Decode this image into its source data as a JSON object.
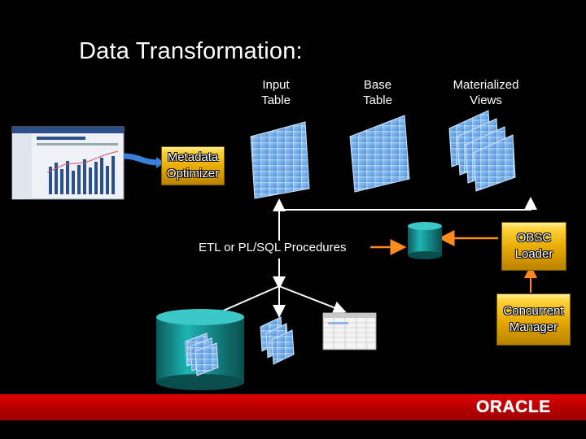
{
  "title": "Data Transformation:",
  "columns": {
    "input_table": [
      "Input",
      "Table"
    ],
    "base_table": [
      "Base",
      "Table"
    ],
    "materialized_views": [
      "Materialized",
      "Views"
    ]
  },
  "boxes": {
    "metadata_optimizer": [
      "Metadata",
      "Optimizer"
    ],
    "obsc_loader": [
      "OBSC",
      "Loader"
    ],
    "concurrent_manager": [
      "Concurrent",
      "Manager"
    ]
  },
  "etl_label": "ETL or PL/SQL Procedures",
  "brand": "ORACLE",
  "colors": {
    "background": "#000000",
    "arrow": "#ffffff",
    "accent_arrow": "#ff8c1a",
    "box": "#e6a800",
    "database": "#1aa8a8",
    "footer": "#c00000"
  }
}
